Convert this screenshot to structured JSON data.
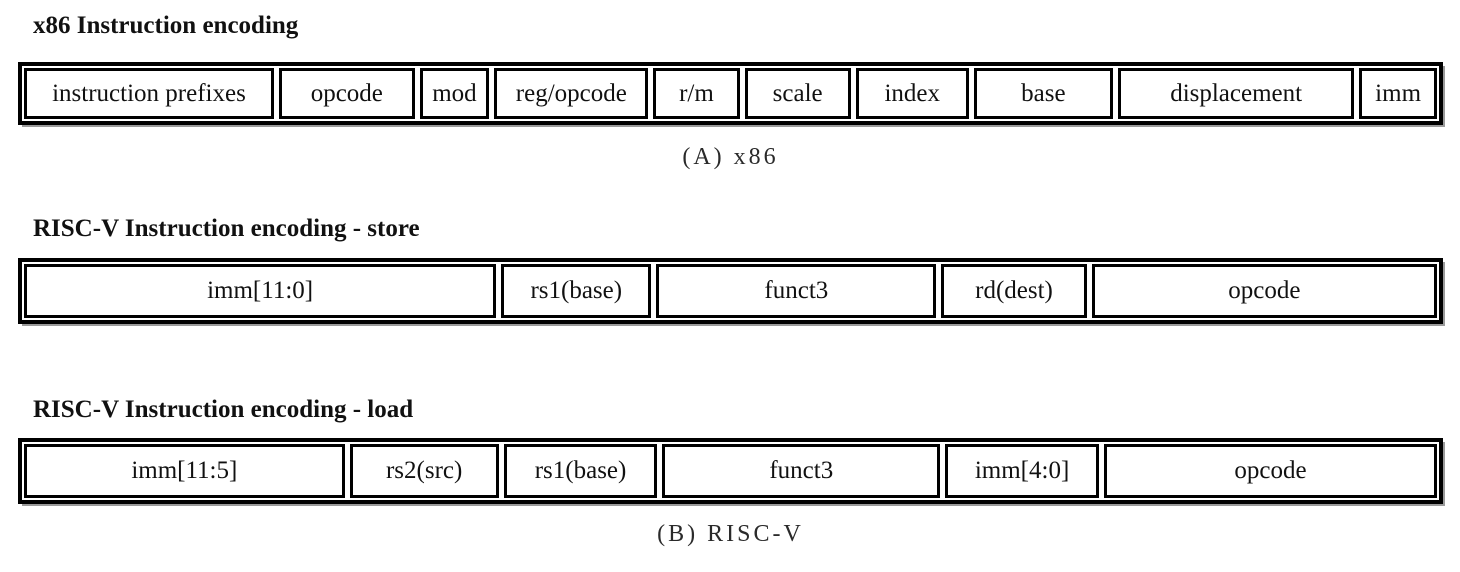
{
  "colors": {
    "background": "#ffffff",
    "border": "#000000",
    "text": "#111111",
    "shadow": "#9a9a9a"
  },
  "figure": {
    "x86": {
      "title": "x86 Instruction encoding",
      "caption": "(A) x86",
      "fields": [
        "instruction prefixes",
        "opcode",
        "mod",
        "reg/opcode",
        "r/m",
        "scale",
        "index",
        "base",
        "displacement",
        "imm"
      ]
    },
    "riscv_store": {
      "title": "RISC-V Instruction encoding - store",
      "fields": [
        "imm[11:0]",
        "rs1(base)",
        "funct3",
        "rd(dest)",
        "opcode"
      ]
    },
    "riscv_load": {
      "title": "RISC-V Instruction encoding - load",
      "fields": [
        "imm[11:5]",
        "rs2(src)",
        "rs1(base)",
        "funct3",
        "imm[4:0]",
        "opcode"
      ]
    },
    "riscv_caption": "(B) RISC-V"
  }
}
